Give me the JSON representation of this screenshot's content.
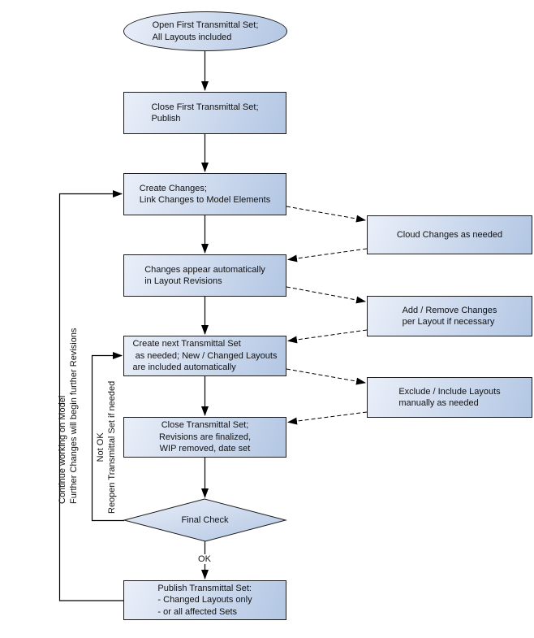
{
  "flowchart": {
    "nodes": {
      "open_first": {
        "text": "Open First Transmittal Set;\nAll Layouts included"
      },
      "close_first": {
        "text": "Close First Transmittal Set;\nPublish"
      },
      "create_changes": {
        "text": "Create Changes;\nLink Changes to Model Elements"
      },
      "changes_appear": {
        "text": "Changes appear automatically\nin Layout Revisions"
      },
      "create_next": {
        "text": "Create next Transmittal Set\n as needed; New / Changed Layouts\nare included automatically"
      },
      "close_set": {
        "text": "Close Transmittal Set;\nRevisions are finalized,\nWIP removed, date set"
      },
      "final_check": {
        "text": "Final Check"
      },
      "publish_set": {
        "text": "Publish Transmittal Set:\n- Changed Layouts only\n- or all affected Sets"
      },
      "cloud_changes": {
        "text": "Cloud Changes as needed"
      },
      "add_remove": {
        "text": "Add / Remove Changes\nper Layout if necessary"
      },
      "exclude_include": {
        "text": "Exclude / Include Layouts\nmanually as needed"
      }
    },
    "labels": {
      "ok": "OK",
      "loop_outer": "Continue working on Model\nFurther Changes will begin further Revisions",
      "loop_inner": "Not OK\nReopen Transmittal Set if needed"
    },
    "colors": {
      "node_fill_light": "#eaeff9",
      "node_fill_dark": "#b2c6e3",
      "node_border": "#1c1c1c",
      "connector": "#000000",
      "text": "#111111",
      "background": "#ffffff"
    }
  }
}
